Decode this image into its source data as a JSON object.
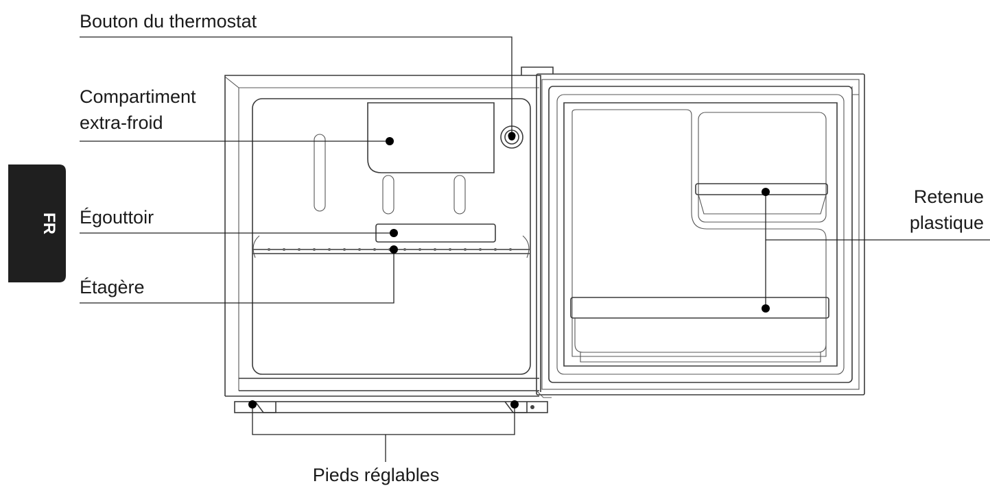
{
  "language_tab": {
    "label": "FR",
    "bg": "#1f1f1f",
    "fg": "#ffffff"
  },
  "labels": {
    "thermostat": "Bouton du thermostat",
    "compartment_line1": "Compartiment",
    "compartment_line2": "extra-froid",
    "drip_tray": "Égouttoir",
    "shelf": "Étagère",
    "retainer_line1": "Retenue",
    "retainer_line2": "plastique",
    "feet": "Pieds réglables"
  }
}
